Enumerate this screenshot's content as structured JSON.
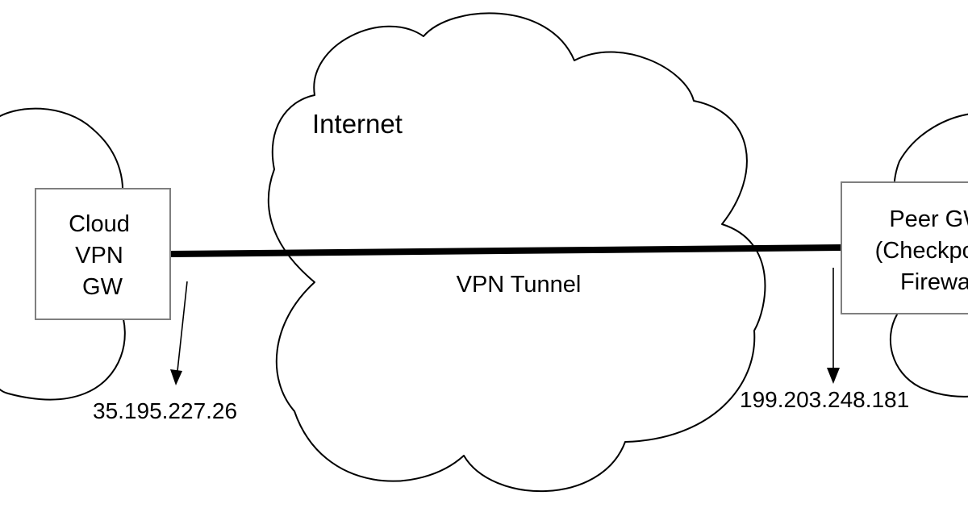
{
  "diagram": {
    "internet_label": "Internet",
    "tunnel_label": "VPN Tunnel",
    "cloud_vpn_gw": {
      "lines": [
        "Cloud",
        "VPN",
        "GW"
      ],
      "ip": "35.195.227.26"
    },
    "peer_gw": {
      "lines": [
        "Peer GW",
        "(Checkpoint",
        "Firewall"
      ],
      "ip": "199.203.248.181"
    }
  }
}
